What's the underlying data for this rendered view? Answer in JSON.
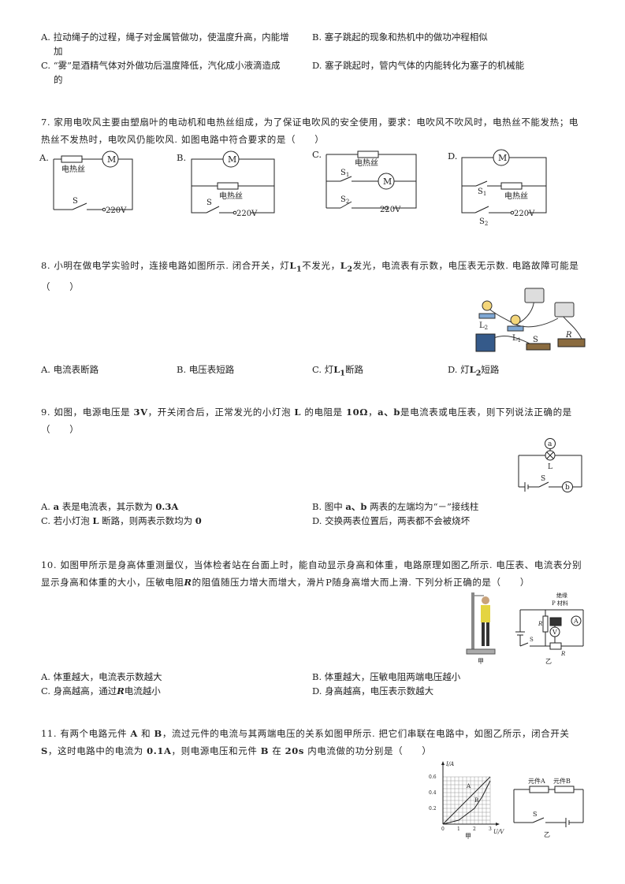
{
  "q6": {
    "optA": "A. 拉动绳子的过程，绳子对金属管做功，使温度升高，内能增",
    "optA2": "加",
    "optB": "B. 塞子跳起的现象和热机中的做功冲程相似",
    "optC": "C. “雾”是酒精气体对外做功后温度降低，汽化成小液滴造成",
    "optC2": "的",
    "optD": "D. 塞子跳起时，管内气体的内能转化为塞子的机械能"
  },
  "q7": {
    "stem1": "7. 家用电吹风主要由塑扇叶的电动机和电热丝组成，为了保证电吹风的安全使用，要求：电吹风不吹风时，电热丝不能发热；电",
    "stem2": "热丝不发热时，电吹风仍能吹风. 如图电路中符合要求的是（　　）",
    "labels": [
      "A.",
      "B.",
      "C.",
      "D."
    ],
    "motor": "M",
    "heater": "电热丝",
    "switch": "S",
    "s1": "S",
    "s2": "S",
    "sub1": "1",
    "sub2": "2",
    "voltage": "220V"
  },
  "q8": {
    "stem1a": "8. 小明在做电学实验时，连接电路如图所示. 闭合开关，灯",
    "l1": "L",
    "sub1": "1",
    "stem1b": "不发光，",
    "l2": "L",
    "sub2": "2",
    "stem1c": "发光，电流表有示数，电压表无示数. 电路故障可能是",
    "stem2": "（　　）",
    "optA": "A. 电流表断路",
    "optB": "B. 电压表短路",
    "optC": "C. 灯",
    "optCtail": "断路",
    "optD": "D. 灯",
    "optDtail": "短路",
    "figL2": "L",
    "figL1": "L",
    "figS": "S",
    "figR": "R"
  },
  "q9": {
    "stem1a": "9. 如图，电源电压是",
    "v": "3V",
    "stem1b": "，开关闭合后，正常发光的小灯泡",
    "L": "L",
    "stem1c": "的电阻是",
    "r": "10Ω",
    "stem1d": "，",
    "ab": "a、b",
    "stem1e": "是电流表或电压表，则下列说法正确的是",
    "stem2": "（　　）",
    "optA1": "A. ",
    "optAa": "a",
    "optA2": " 表是电流表，其示数为 ",
    "optAval": "0.3A",
    "optB1": "B. 图中 ",
    "optBab": "a、b",
    "optB2": " 两表的左端均为“－”接线柱",
    "optC1": "C. 若小灯泡 ",
    "optCL": "L",
    "optC2": " 断路，则两表示数均为 ",
    "optCval": "0",
    "optD": "D. 交换两表位置后，两表都不会被烧坏",
    "figA": "a",
    "figB": "b",
    "figL": "L",
    "figS": "S"
  },
  "q10": {
    "stem1": "10. 如图甲所示是身高体重测量仪，当体检者站在台面上时，能自动显示身高和体重，电路原理如图乙所示. 电压表、电流表分别",
    "stem2a": "显示身高和体重的大小，压敏电阻",
    "R": "R",
    "stem2b": "的阻值随压力增大而增大，滑片P随身高增大而上滑. 下列分析正确的是（　　）",
    "optA": "A. 体重越大，电流表示数越大",
    "optB": "B. 体重越大，压敏电阻两端电压越小",
    "optC1": "C. 身高越高，通过",
    "optCR": "R",
    "optC2": "电流越小",
    "optD": "D. 身高越高，电压表示数越大",
    "capJia": "甲",
    "capYi": "乙",
    "insul1": "绝缘",
    "insul2": "P 材料",
    "figR0": "R",
    "figR": "R",
    "figS": "S",
    "figV": "V",
    "figA": "A"
  },
  "q11": {
    "stem1a": "11. 有两个电路元件",
    "A": "A",
    "and": "和",
    "B": "B",
    "stem1b": "，流过元件的电流与其两端电压的关系如图甲所示. 把它们串联在电路中，如图乙所示，闭合开关",
    "S": "S",
    "stem2a": "，这时电路中的电流为",
    "I": "0.1A",
    "stem2b": "，则电源电压和元件",
    "B2": "B",
    "stem2c": "在",
    "t": "20s",
    "stem2d": "内电流做的功分别是（　　）",
    "graphYLabel": "I/A",
    "graphXLabel": "U/V",
    "yTicks": [
      "0.6",
      "0.4",
      "0.2"
    ],
    "xTicks": [
      "0",
      "1",
      "2",
      "3"
    ],
    "curveA": "A",
    "curveB": "B",
    "capJia": "甲",
    "capYi": "乙",
    "elemA": "元件A",
    "elemB": "元件B",
    "figS": "S"
  },
  "chart_data": {
    "type": "line",
    "xlabel": "U/V",
    "ylabel": "I/A",
    "xlim": [
      0,
      3
    ],
    "ylim": [
      0,
      0.6
    ],
    "series": [
      {
        "name": "A",
        "x": [
          0,
          1,
          2,
          3
        ],
        "y": [
          0,
          0.2,
          0.4,
          0.6
        ]
      },
      {
        "name": "B",
        "x": [
          0,
          1,
          2,
          2.5,
          3
        ],
        "y": [
          0,
          0.05,
          0.2,
          0.35,
          0.55
        ]
      }
    ]
  }
}
